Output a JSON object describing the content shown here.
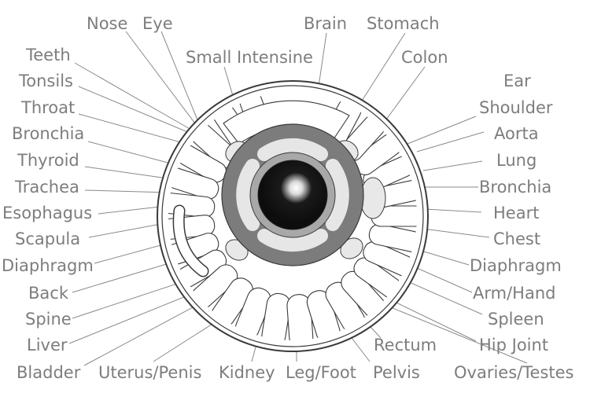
{
  "labels": {
    "nose": "Nose",
    "eye": "Eye",
    "brain": "Brain",
    "stomach": "Stomach",
    "teeth": "Teeth",
    "small_intestine": "Small Intensine",
    "colon": "Colon",
    "tonsils": "Tonsils",
    "ear": "Ear",
    "throat": "Throat",
    "shoulder": "Shoulder",
    "bronchia_left": "Bronchia",
    "aorta": "Aorta",
    "thyroid": "Thyroid",
    "lung": "Lung",
    "trachea": "Trachea",
    "bronchia_right": "Bronchia",
    "esophagus": "Esophagus",
    "heart": "Heart",
    "scapula": "Scapula",
    "chest": "Chest",
    "diaphragm_left": "Diaphragm",
    "diaphragm_right": "Diaphragm",
    "back": "Back",
    "arm_hand": "Arm/Hand",
    "spine": "Spine",
    "spleen": "Spleen",
    "liver": "Liver",
    "rectum": "Rectum",
    "hip_joint": "Hip Joint",
    "bladder": "Bladder",
    "uterus_penis": "Uterus/Penis",
    "kidney": "Kidney",
    "leg_foot": "Leg/Foot",
    "pelvis": "Pelvis",
    "ovaries_testes": "Ovaries/Testes"
  }
}
